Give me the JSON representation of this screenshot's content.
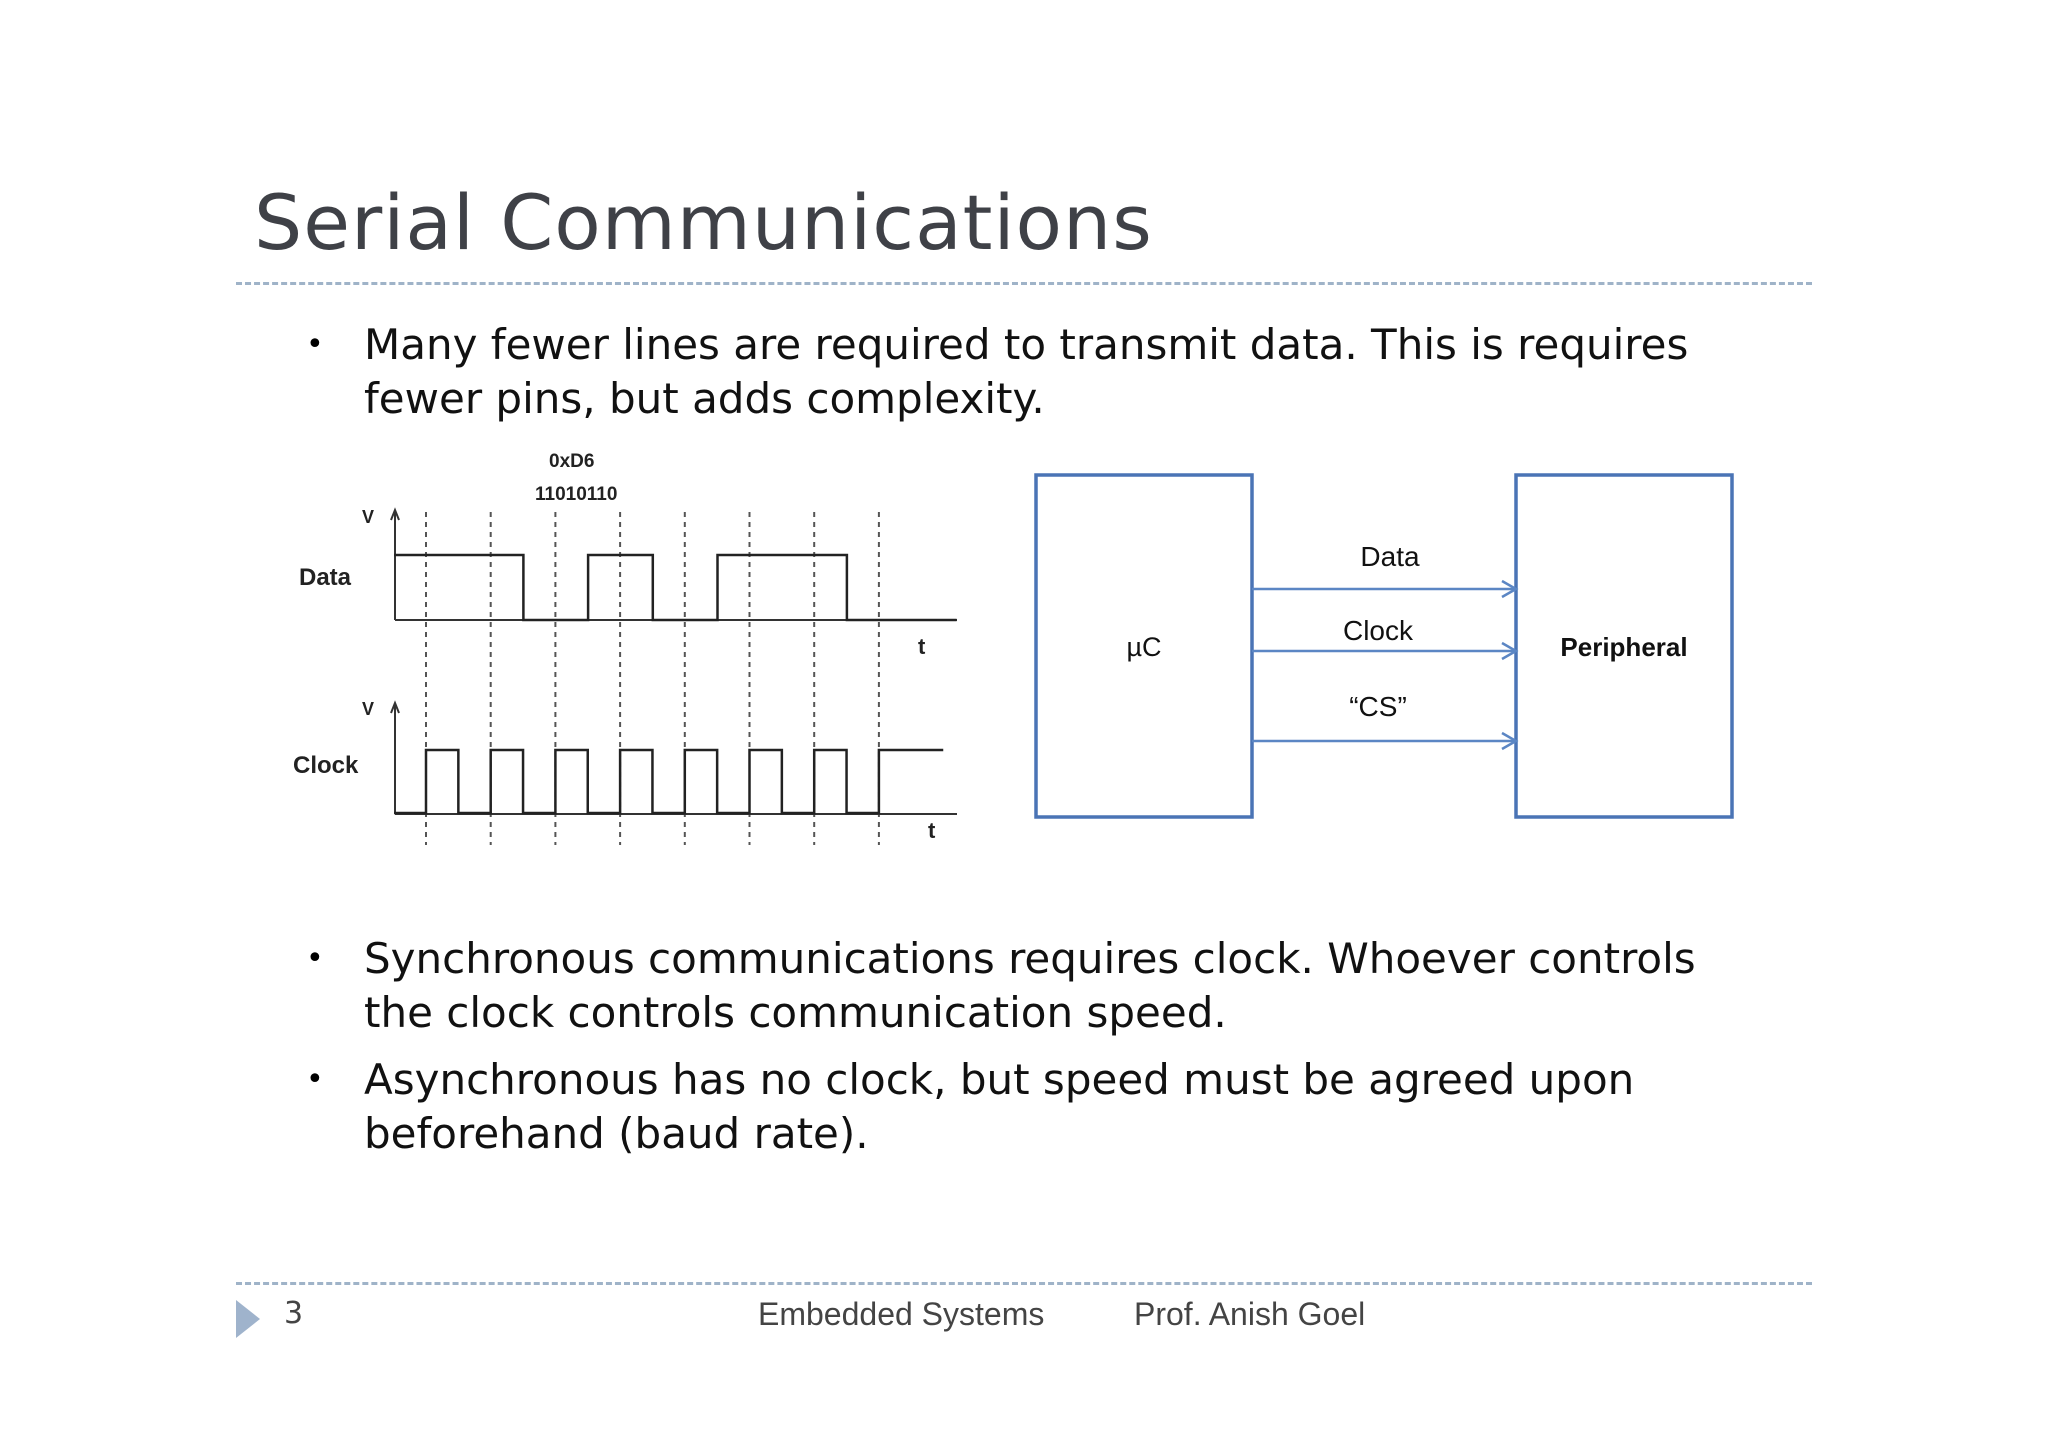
{
  "slide": {
    "title": "Serial Communications",
    "bullets": [
      "Many fewer lines are required to transmit data.  This is requires fewer pins, but adds complexity.",
      "Synchronous communications requires clock.  Whoever controls the clock controls communication speed.",
      "Asynchronous has no clock, but speed must be agreed upon beforehand (baud rate)."
    ],
    "bullet_glyph": "•"
  },
  "timing_diagram": {
    "hex_label": "0xD6",
    "bin_label": "11010110",
    "data_bits": [
      1,
      1,
      0,
      1,
      0,
      1,
      1,
      0
    ],
    "data_signal_label": "Data",
    "clock_signal_label": "Clock",
    "v_axis_label": "V",
    "t_axis_label": "t",
    "clock_cycles": 8
  },
  "block_diagram": {
    "source_label": "µC",
    "target_label": "Peripheral",
    "lines": [
      "Data",
      "Clock",
      "“CS”"
    ],
    "box_color": "#4a74b5",
    "arrow_color": "#5b86c4"
  },
  "footer": {
    "page_number": "3",
    "course": "Embedded Systems",
    "author": "Prof. Anish Goel"
  }
}
